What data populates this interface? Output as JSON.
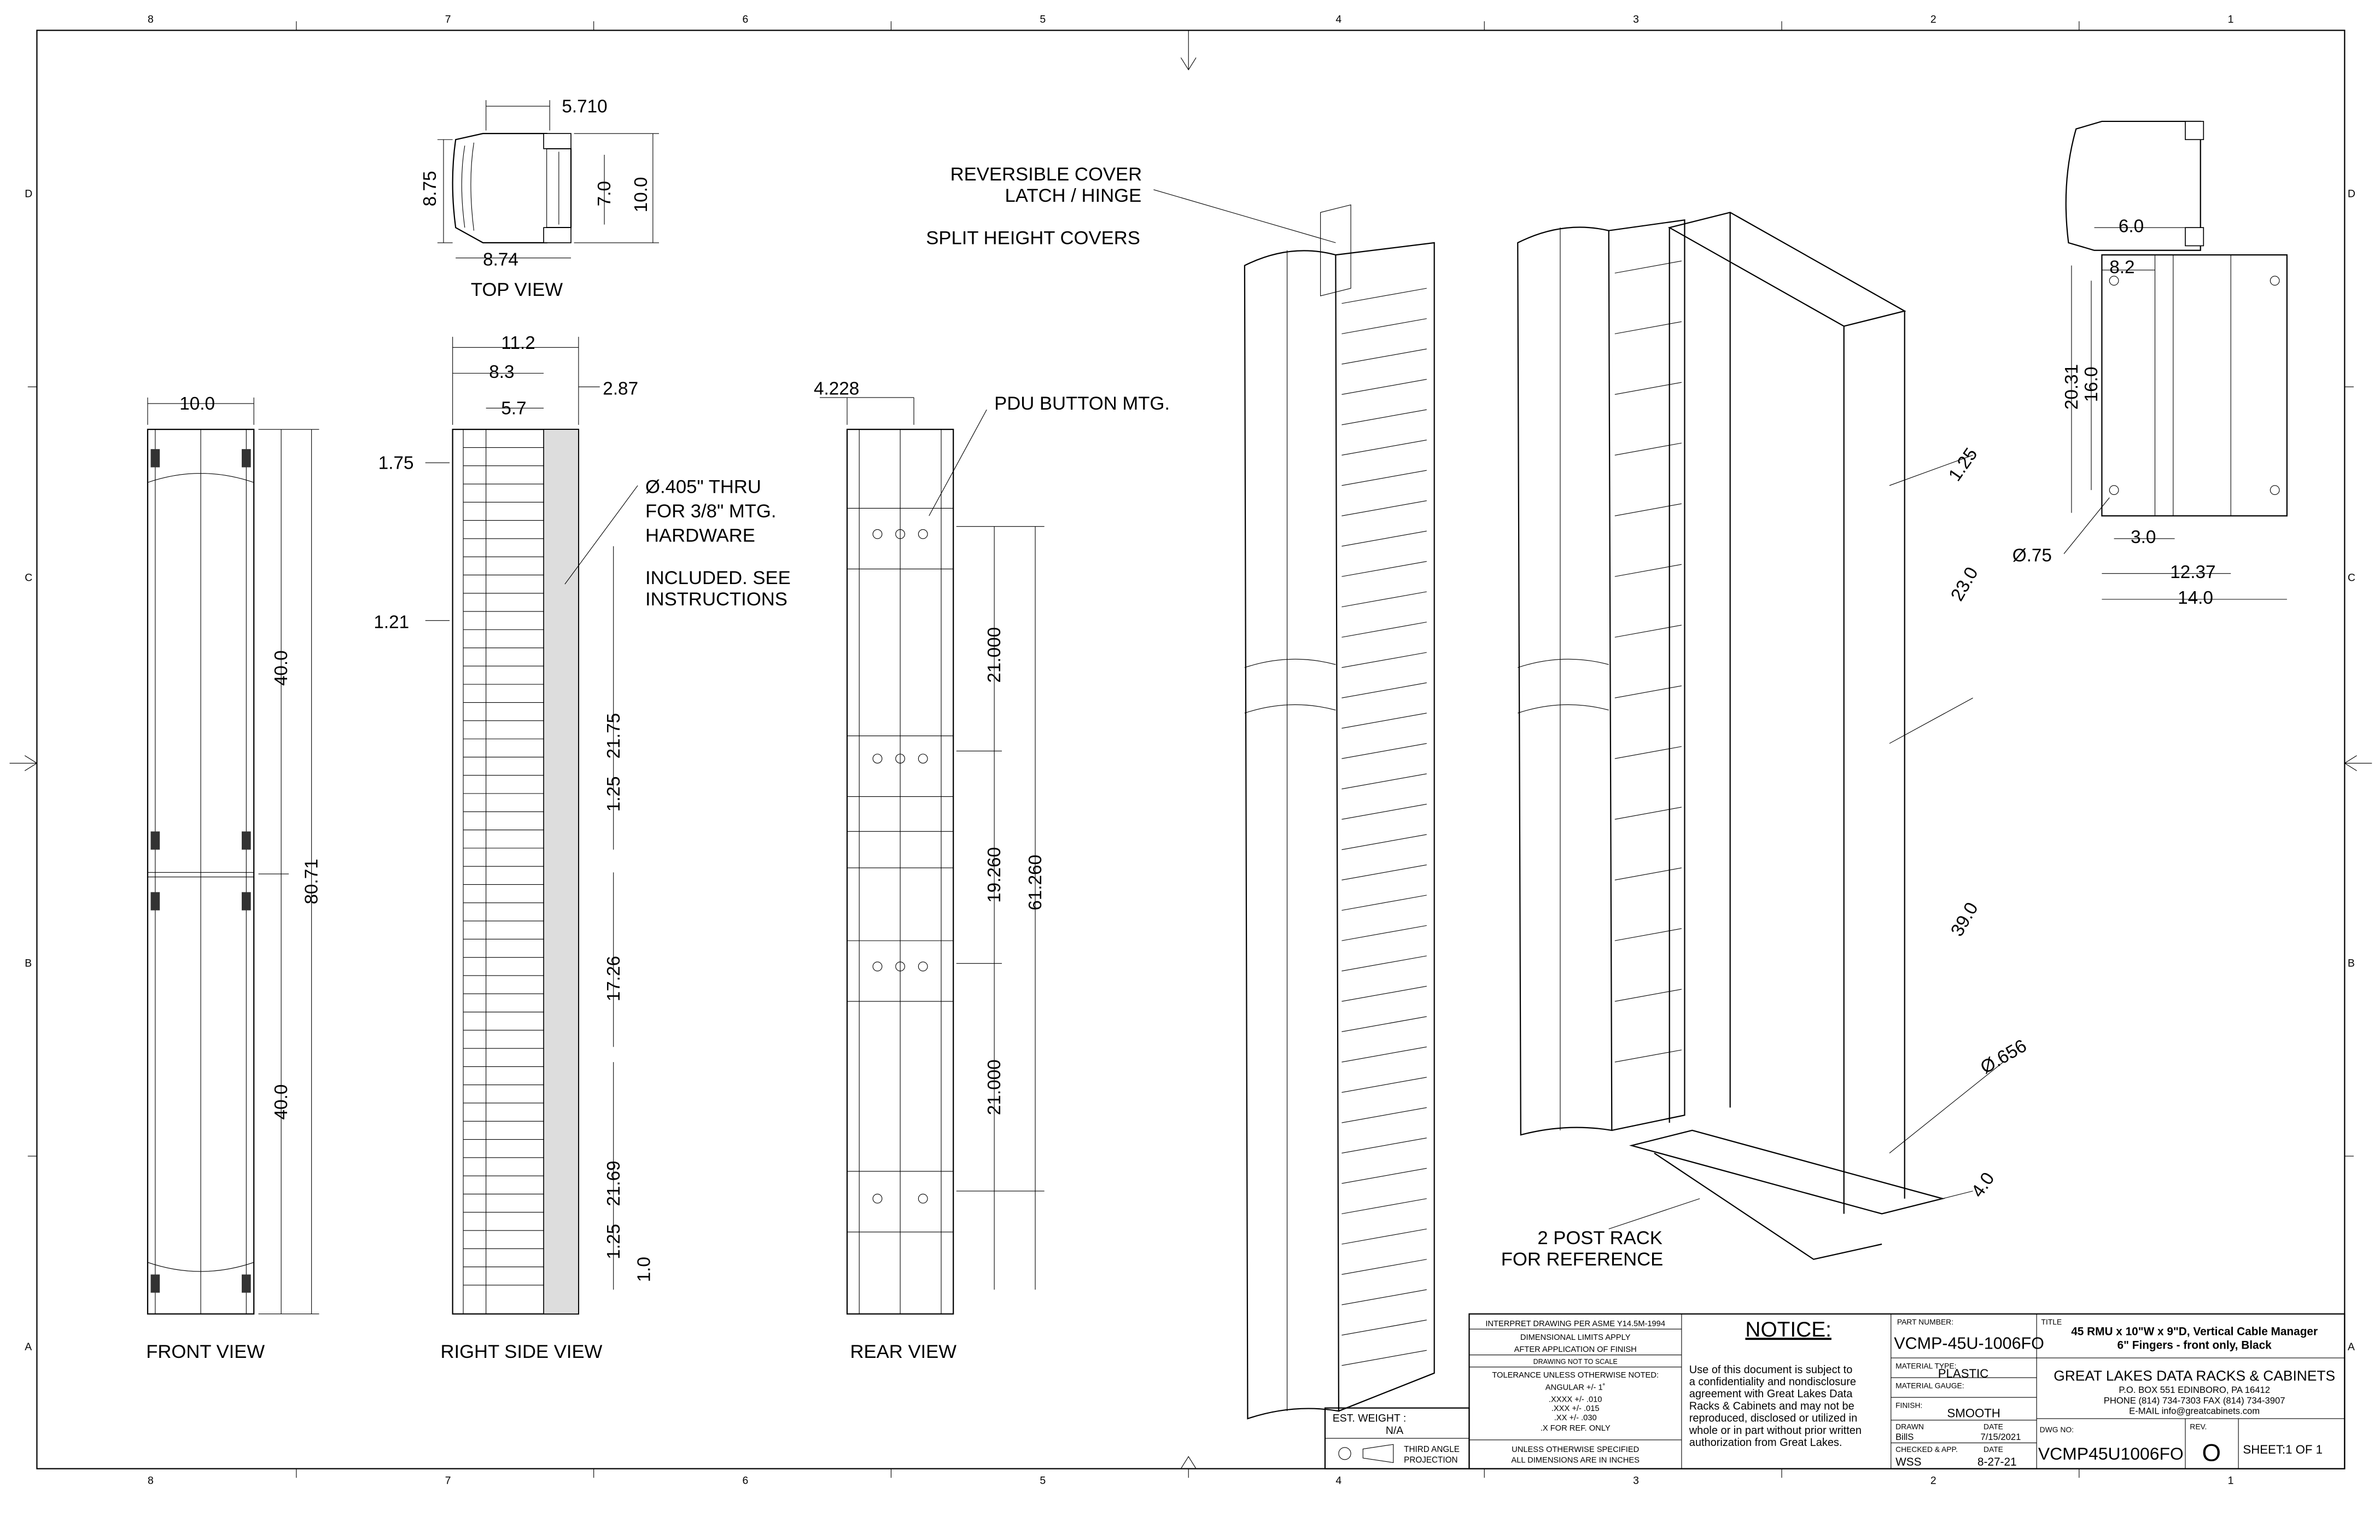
{
  "zones": {
    "columns": [
      "8",
      "7",
      "6",
      "5",
      "4",
      "3",
      "2",
      "1"
    ],
    "rows": [
      "D",
      "C",
      "B",
      "A"
    ]
  },
  "views": {
    "top_view": "TOP VIEW",
    "front_view": "FRONT VIEW",
    "right_side_view": "RIGHT SIDE VIEW",
    "rear_view": "REAR VIEW"
  },
  "notes": {
    "reversible_cover": "REVERSIBLE COVER",
    "latch_hinge": "LATCH / HINGE",
    "split_height": "SPLIT HEIGHT COVERS",
    "pdu_button": "PDU BUTTON MTG.",
    "thru_1": "Ø.405\" THRU",
    "thru_2": "FOR 3/8\" MTG.",
    "thru_3": "HARDWARE",
    "included_1": "INCLUDED. SEE",
    "included_2": "INSTRUCTIONS",
    "rack_1": "2 POST RACK",
    "rack_2": "FOR REFERENCE"
  },
  "dimensions": {
    "top": [
      "5.710",
      "8.75",
      "7.0",
      "10.0",
      "8.74"
    ],
    "front": [
      "10.0",
      "40.0",
      "80.71",
      "40.0"
    ],
    "side": [
      "11.2",
      "8.3",
      "5.7",
      "2.87",
      "1.75",
      "1.21",
      "21.75",
      "1.25",
      "17.26",
      "21.69",
      "1.25",
      "1.0"
    ],
    "rear": [
      "4.228",
      "21.000",
      "19.260",
      "61.260",
      "21.000"
    ],
    "rack": [
      "1.25",
      "23.0",
      "39.0",
      "Ø.656",
      "4.0"
    ],
    "right_top": [
      "6.0",
      "8.2",
      "20.31",
      "16.0",
      "Ø.75",
      "3.0",
      "12.37",
      "14.0"
    ]
  },
  "title_block": {
    "interpret": "INTERPRET DRAWING PER ASME Y14.5M-1994",
    "limits_1": "DIMENSIONAL LIMITS APPLY",
    "limits_2": "AFTER APPLICATION OF FINISH",
    "not_to_scale": "DRAWING NOT TO SCALE",
    "tolerance": "TOLERANCE UNLESS OTHERWISE NOTED:",
    "angular": "ANGULAR +/- 1˚",
    "tol_4": ".XXXX +/- .010",
    "tol_3": ".XXX +/- .015",
    "tol_2": ".XX +/- .030",
    "tol_1": ".X FOR REF. ONLY",
    "unless_1": "UNLESS OTHERWISE SPECIFIED",
    "unless_2": "ALL DIMENSIONS ARE IN INCHES",
    "est_weight_label": "EST. WEIGHT :",
    "est_weight": "N/A",
    "projection_1": "THIRD ANGLE",
    "projection_2": "PROJECTION",
    "notice_title": "NOTICE:",
    "notice_lines": [
      "Use of this document is subject to",
      "a confidentiality and nondisclosure",
      "agreement with Great Lakes Data",
      "Racks & Cabinets and may not be",
      "reproduced, disclosed or utilized in",
      "whole or in part without prior written",
      "authorization from Great Lakes."
    ],
    "part_number_label": "PART NUMBER:",
    "part_number": "VCMP-45U-1006FO",
    "material_type_label": "MATERIAL TYPE:",
    "material_type": "PLASTIC",
    "material_gauge_label": "MATERIAL GAUGE:",
    "finish_label": "FINISH:",
    "finish": "SMOOTH",
    "drawn_label": "DRAWN",
    "drawn": "BillS",
    "date_label": "DATE",
    "drawn_date": "7/15/2021",
    "checked_label": "CHECKED & APP.",
    "checked": "WSS",
    "checked_date": "8-27-21",
    "title_label": "TITLE",
    "title_1": "45 RMU x 10\"W x 9\"D, Vertical Cable Manager",
    "title_2": "6\" Fingers - front only, Black",
    "company": "GREAT LAKES DATA RACKS & CABINETS",
    "address": "P.O. BOX 551 EDINBORO, PA 16412",
    "phone": "PHONE (814) 734-7303 FAX (814) 734-3907",
    "email": "E-MAIL info@greatcabinets.com",
    "dwg_no_label": "DWG NO:",
    "dwg_no": "VCMP45U1006FO",
    "rev_label": "REV.",
    "rev": "O",
    "sheet": "SHEET:1  OF  1"
  }
}
